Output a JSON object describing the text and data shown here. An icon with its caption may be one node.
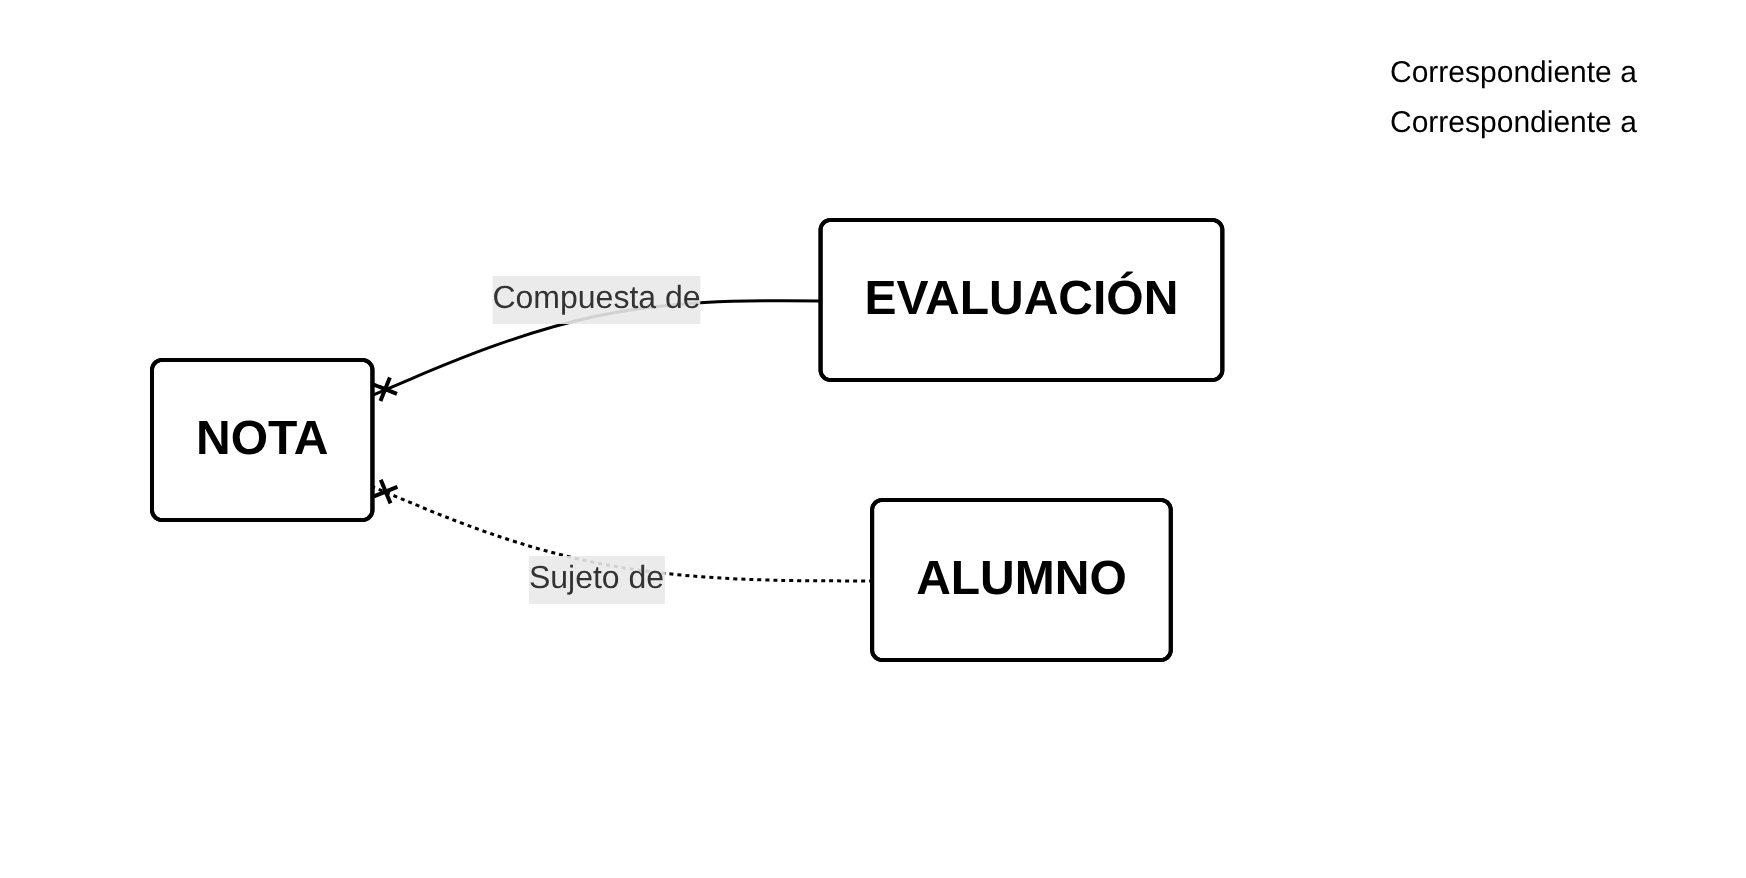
{
  "diagram": {
    "nodes": [
      {
        "text": [
          "NOTA"
        ]
      },
      {
        "text": [
          "EVALUACIÓN"
        ]
      },
      {
        "text": [
          "ALUMNO"
        ]
      }
    ],
    "edges": [
      {
        "from": 1,
        "to": 0,
        "arrow": "other",
        "label": "Compuesta de"
      },
      {
        "from": 2,
        "to": 0,
        "arrow": "other",
        "label": "Sujeto de",
        "style": "dashed"
      }
    ],
    "labels": [
      "Correspondiente a",
      "Correspondiente a"
    ]
  }
}
